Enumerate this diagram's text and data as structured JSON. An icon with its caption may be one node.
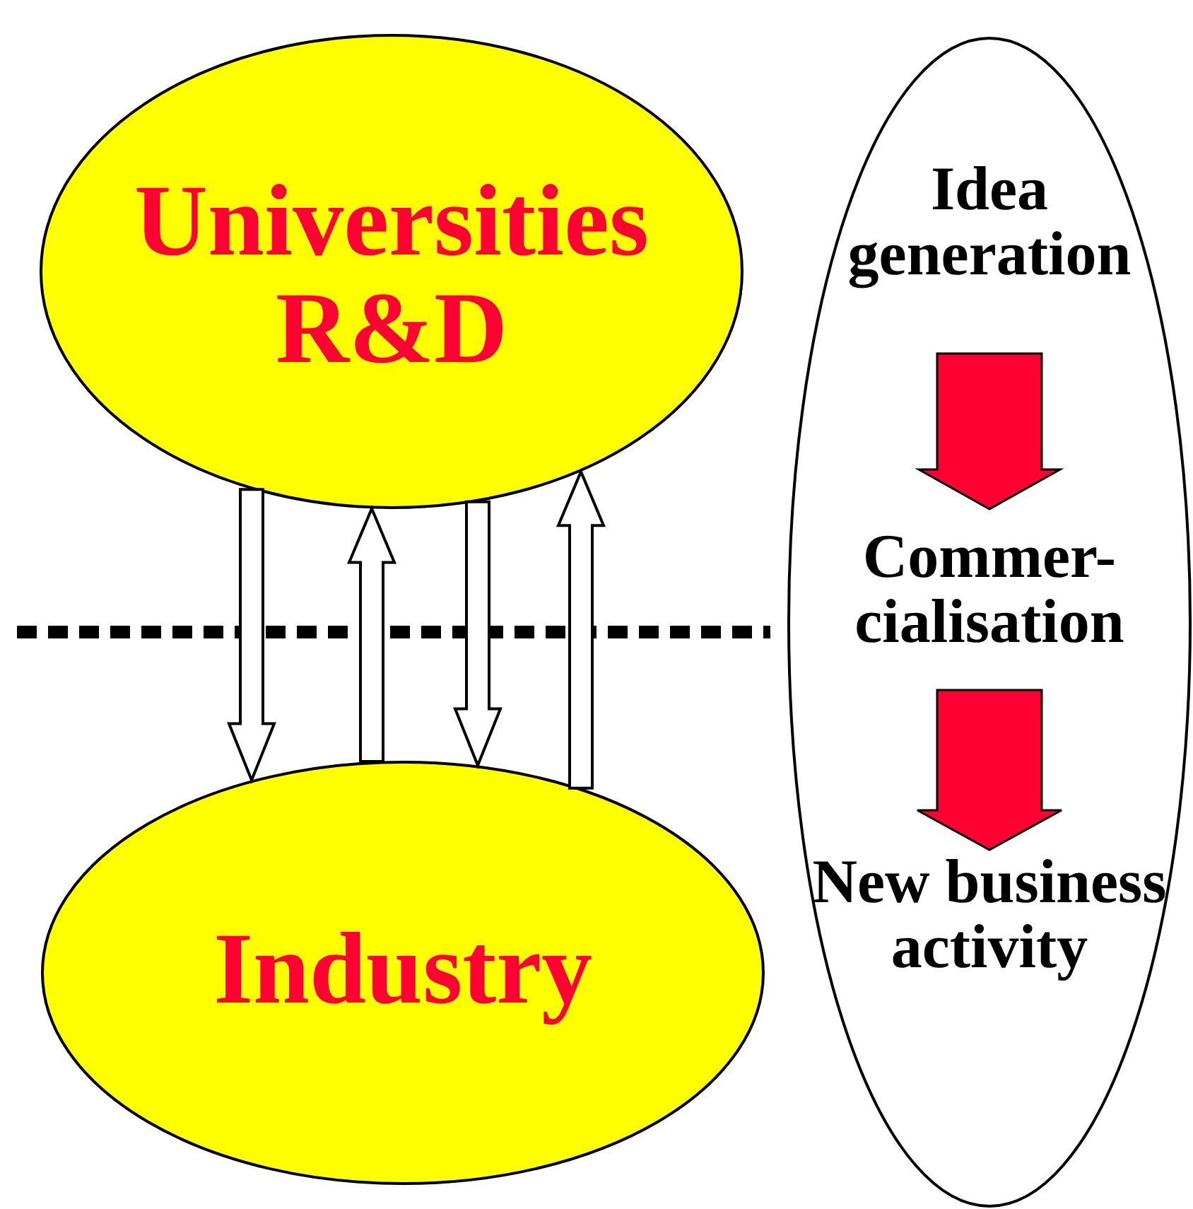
{
  "diagram": {
    "nodes": [
      {
        "text": [
          "Universities R&D"
        ]
      },
      {
        "text": [
          "Industry"
        ]
      },
      {
        "text": [],
        "shape": "ellipse"
      },
      {
        "text": [
          "Idea generation"
        ],
        "in": 2
      },
      {
        "text": [
          "Commer- cialisation"
        ],
        "in": 2
      },
      {
        "text": [
          "New business activity"
        ],
        "in": 2
      }
    ],
    "edges": [
      {
        "from": 0,
        "to": 1,
        "arrow": "to"
      },
      {
        "from": 1,
        "to": 0,
        "arrow": "to"
      },
      {
        "from": 0,
        "to": 1,
        "arrow": "to"
      },
      {
        "from": 1,
        "to": 0,
        "arrow": "to"
      },
      {
        "from": 3,
        "to": 4,
        "arrow": "to",
        "style": "thick",
        "color": "#ff0033"
      },
      {
        "from": 4,
        "to": 5,
        "arrow": "to",
        "style": "thick",
        "color": "#ff0033"
      }
    ]
  }
}
